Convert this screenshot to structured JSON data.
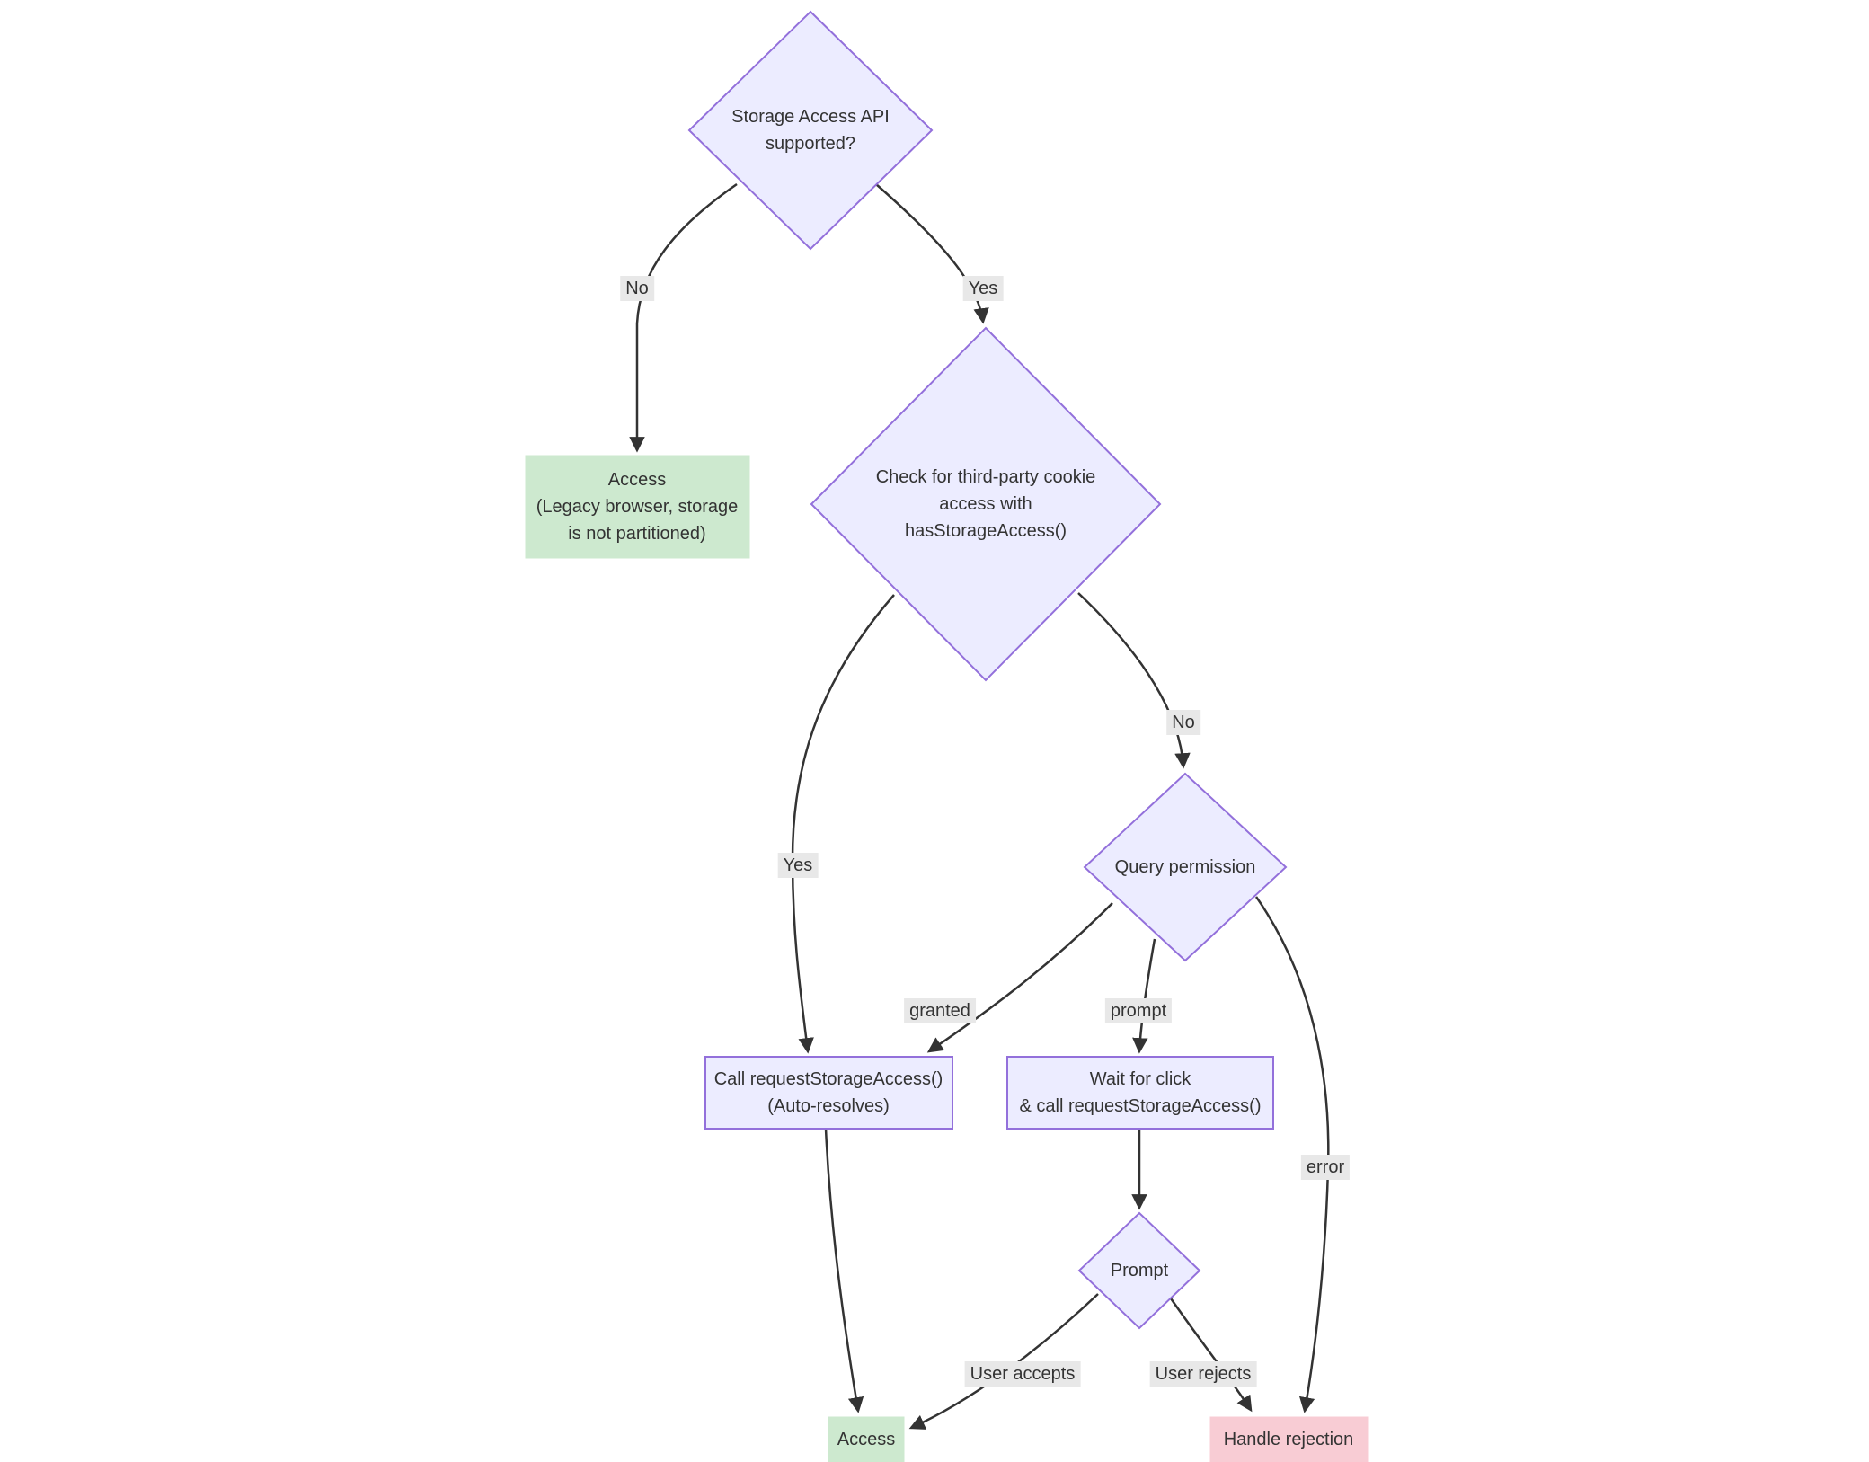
{
  "diagram": {
    "type": "flowchart",
    "colors": {
      "node_fill": "#ECECFF",
      "node_border": "#9370DB",
      "success_fill": "#cde9cf",
      "danger_fill": "#f8ccd4",
      "edge_color": "#333333",
      "label_bg": "#e8e8e8",
      "text_color": "#333333"
    },
    "nodes": {
      "api_supported": {
        "label": "Storage Access API\nsupported?",
        "shape": "diamond"
      },
      "legacy_access": {
        "label": "Access\n(Legacy browser, storage\nis not partitioned)",
        "shape": "rect-success"
      },
      "check_hsa": {
        "label": "Check for third-party cookie\naccess with\nhasStorageAccess()",
        "shape": "diamond"
      },
      "query_permission": {
        "label": "Query permission",
        "shape": "diamond"
      },
      "call_rsa": {
        "label": "Call requestStorageAccess()\n(Auto-resolves)",
        "shape": "rect"
      },
      "wait_for_click": {
        "label": "Wait for click\n& call requestStorageAccess()",
        "shape": "rect"
      },
      "prompt_decision": {
        "label": "Prompt",
        "shape": "diamond"
      },
      "access": {
        "label": "Access",
        "shape": "rect-success"
      },
      "handle_rejection": {
        "label": "Handle rejection",
        "shape": "rect-danger"
      }
    },
    "edge_labels": {
      "no1": "No",
      "yes1": "Yes",
      "no2": "No",
      "yes2": "Yes",
      "granted": "granted",
      "prompt": "prompt",
      "error": "error",
      "user_accepts": "User accepts",
      "user_rejects": "User rejects"
    }
  }
}
